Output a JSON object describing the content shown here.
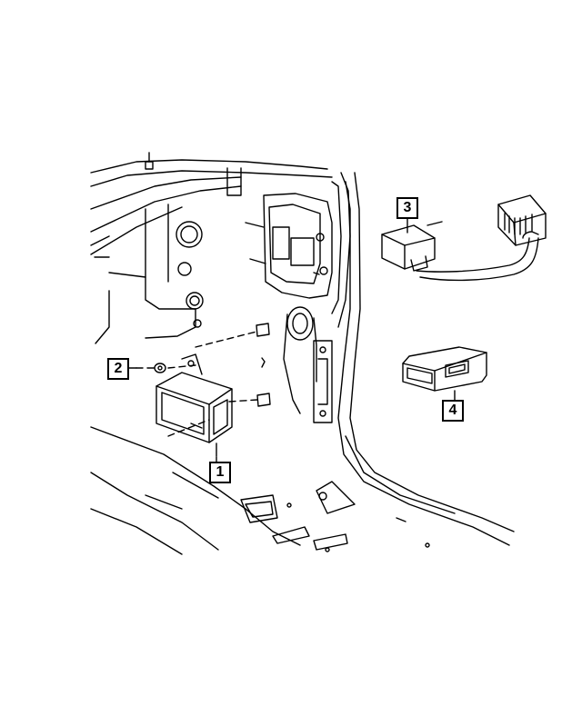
{
  "diagram": {
    "callouts": [
      {
        "id": "c1",
        "label": "1",
        "part": "module"
      },
      {
        "id": "c2",
        "label": "2",
        "part": "nut"
      },
      {
        "id": "c3",
        "label": "3",
        "part": "wiring-harness"
      },
      {
        "id": "c4",
        "label": "4",
        "part": "switch"
      }
    ]
  }
}
